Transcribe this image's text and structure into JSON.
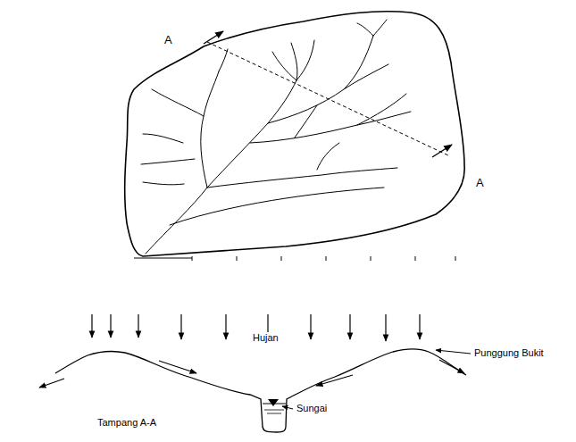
{
  "diagram": {
    "labels": [
      "A",
      "A",
      "Hujan",
      "Sungai",
      "Punggung Bukit",
      "Tampang A-A"
    ]
  }
}
